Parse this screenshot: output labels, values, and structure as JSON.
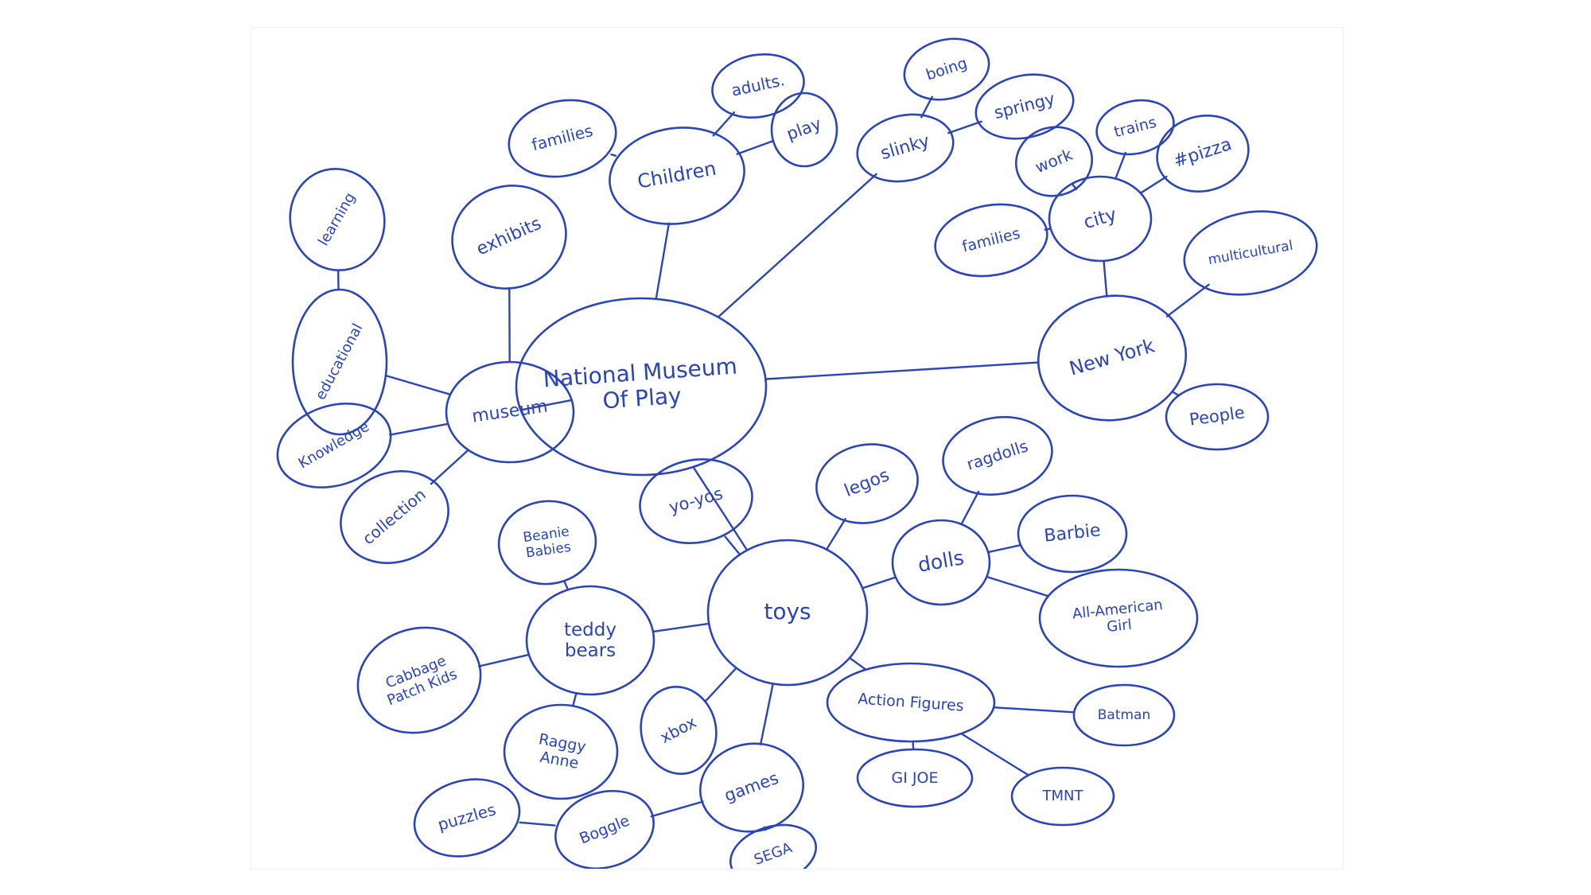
{
  "ink_color": "#2b45b8",
  "paper_color": "#ffffff",
  "diagram": {
    "type": "bubble mind map",
    "nodes": [
      {
        "id": "nmp",
        "lines": [
          "National Museum",
          "Of Play"
        ]
      },
      {
        "id": "children",
        "lines": [
          "Children"
        ]
      },
      {
        "id": "families1",
        "lines": [
          "families"
        ]
      },
      {
        "id": "adults",
        "lines": [
          "adults."
        ]
      },
      {
        "id": "play",
        "lines": [
          "play"
        ]
      },
      {
        "id": "slinky",
        "lines": [
          "slinky"
        ]
      },
      {
        "id": "boing",
        "lines": [
          "boing"
        ]
      },
      {
        "id": "springy",
        "lines": [
          "springy"
        ]
      },
      {
        "id": "city",
        "lines": [
          "city"
        ]
      },
      {
        "id": "work",
        "lines": [
          "work"
        ]
      },
      {
        "id": "trains",
        "lines": [
          "trains"
        ]
      },
      {
        "id": "pizza",
        "lines": [
          "#pizza"
        ]
      },
      {
        "id": "families2",
        "lines": [
          "families"
        ]
      },
      {
        "id": "newyork",
        "lines": [
          "New York"
        ]
      },
      {
        "id": "multicultural",
        "lines": [
          "multicultural"
        ]
      },
      {
        "id": "people",
        "lines": [
          "People"
        ]
      },
      {
        "id": "museum",
        "lines": [
          "museum"
        ]
      },
      {
        "id": "exhibits",
        "lines": [
          "exhibits"
        ]
      },
      {
        "id": "learning",
        "lines": [
          "learning"
        ]
      },
      {
        "id": "educational",
        "lines": [
          "educational"
        ]
      },
      {
        "id": "knowledge",
        "lines": [
          "Knowledge"
        ]
      },
      {
        "id": "collection",
        "lines": [
          "collection"
        ]
      },
      {
        "id": "toys",
        "lines": [
          "toys"
        ]
      },
      {
        "id": "yoyos",
        "lines": [
          "yo-yos"
        ]
      },
      {
        "id": "legos",
        "lines": [
          "legos"
        ]
      },
      {
        "id": "dolls",
        "lines": [
          "dolls"
        ]
      },
      {
        "id": "ragdolls",
        "lines": [
          "ragdolls"
        ]
      },
      {
        "id": "barbie",
        "lines": [
          "Barbie"
        ]
      },
      {
        "id": "aag",
        "lines": [
          "All-American",
          "Girl"
        ]
      },
      {
        "id": "teddy",
        "lines": [
          "teddy",
          "bears"
        ]
      },
      {
        "id": "beanie",
        "lines": [
          "Beanie",
          "Babies"
        ]
      },
      {
        "id": "cabbage",
        "lines": [
          "Cabbage",
          "Patch Kids"
        ]
      },
      {
        "id": "raggy",
        "lines": [
          "Raggy",
          "Anne"
        ]
      },
      {
        "id": "xbox",
        "lines": [
          "xbox"
        ]
      },
      {
        "id": "games",
        "lines": [
          "games"
        ]
      },
      {
        "id": "sega",
        "lines": [
          "SEGA"
        ]
      },
      {
        "id": "boggle",
        "lines": [
          "Boggle"
        ]
      },
      {
        "id": "puzzles",
        "lines": [
          "puzzles"
        ]
      },
      {
        "id": "action",
        "lines": [
          "Action Figures"
        ]
      },
      {
        "id": "batman",
        "lines": [
          "Batman"
        ]
      },
      {
        "id": "gijoe",
        "lines": [
          "GI JOE"
        ]
      },
      {
        "id": "tmnt",
        "lines": [
          "TMNT"
        ]
      }
    ],
    "edges": [
      [
        "nmp",
        "children"
      ],
      [
        "children",
        "families1"
      ],
      [
        "children",
        "adults"
      ],
      [
        "children",
        "play"
      ],
      [
        "nmp",
        "slinky"
      ],
      [
        "slinky",
        "boing"
      ],
      [
        "slinky",
        "springy"
      ],
      [
        "nmp",
        "newyork"
      ],
      [
        "newyork",
        "city"
      ],
      [
        "city",
        "work"
      ],
      [
        "city",
        "trains"
      ],
      [
        "city",
        "pizza"
      ],
      [
        "city",
        "families2"
      ],
      [
        "newyork",
        "multicultural"
      ],
      [
        "newyork",
        "people"
      ],
      [
        "nmp",
        "museum"
      ],
      [
        "museum",
        "exhibits"
      ],
      [
        "museum",
        "educational"
      ],
      [
        "educational",
        "learning"
      ],
      [
        "museum",
        "knowledge"
      ],
      [
        "museum",
        "collection"
      ],
      [
        "nmp",
        "toys"
      ],
      [
        "toys",
        "yoyos"
      ],
      [
        "toys",
        "legos"
      ],
      [
        "toys",
        "dolls"
      ],
      [
        "dolls",
        "ragdolls"
      ],
      [
        "dolls",
        "barbie"
      ],
      [
        "dolls",
        "aag"
      ],
      [
        "toys",
        "teddy"
      ],
      [
        "teddy",
        "beanie"
      ],
      [
        "teddy",
        "cabbage"
      ],
      [
        "teddy",
        "raggy"
      ],
      [
        "toys",
        "xbox"
      ],
      [
        "toys",
        "games"
      ],
      [
        "games",
        "sega"
      ],
      [
        "games",
        "boggle"
      ],
      [
        "boggle",
        "puzzles"
      ],
      [
        "toys",
        "action"
      ],
      [
        "action",
        "batman"
      ],
      [
        "action",
        "gijoe"
      ],
      [
        "action",
        "tmnt"
      ]
    ]
  }
}
